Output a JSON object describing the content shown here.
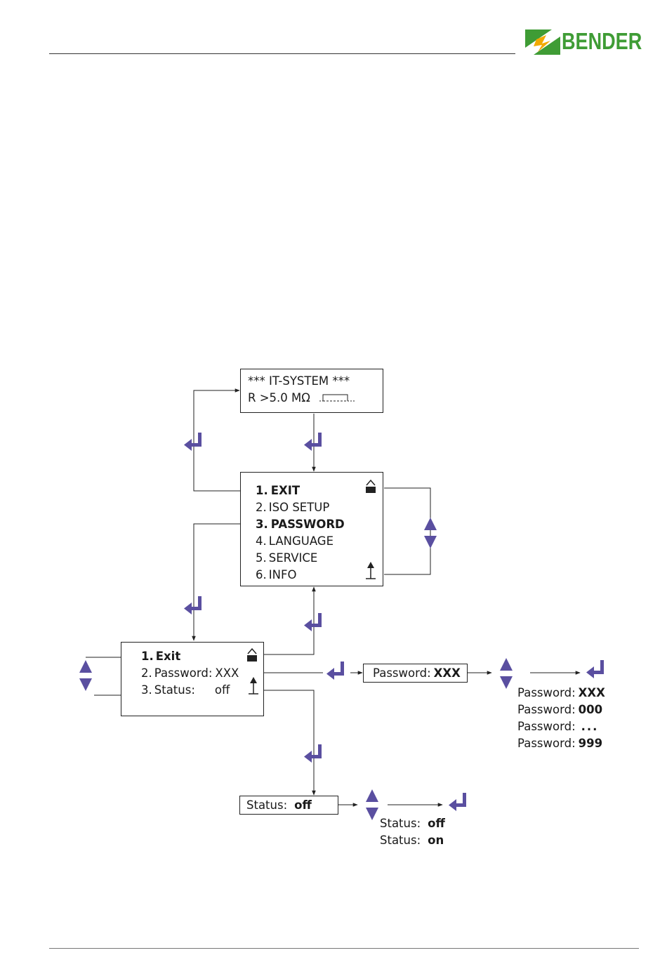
{
  "brand": {
    "name": "BENDER",
    "green": "#3f9c35",
    "orange": "#f2a900"
  },
  "arrow_color": "#5a4fa0",
  "screen_standard": {
    "line1": "*** IT-SYSTEM ***",
    "line2": "R  >5.0 MΩ"
  },
  "main_menu": {
    "items": [
      {
        "num": "1.",
        "label": "EXIT",
        "bold": true
      },
      {
        "num": "2.",
        "label": "ISO SETUP",
        "bold": false
      },
      {
        "num": "3.",
        "label": "PASSWORD",
        "bold": true
      },
      {
        "num": "4.",
        "label": "LANGUAGE",
        "bold": false
      },
      {
        "num": "5.",
        "label": "SERVICE",
        "bold": false
      },
      {
        "num": "6.",
        "label": "INFO",
        "bold": false
      }
    ],
    "lock_icon": "lock-open-icon",
    "up_icon": "level-up-icon"
  },
  "password_menu": {
    "item1": {
      "num": "1.",
      "label": "Exit"
    },
    "item2": {
      "num": "2.",
      "label": "Password:",
      "value": "XXX"
    },
    "item3": {
      "num": "3.",
      "label": "Status:",
      "value": "off"
    }
  },
  "password_entry": {
    "label": "Password:",
    "value": "XXX"
  },
  "password_options": [
    {
      "label": "Password:",
      "value": "XXX"
    },
    {
      "label": "Password:",
      "value": "000"
    },
    {
      "label": "Password:",
      "value": "..."
    },
    {
      "label": "Password:",
      "value": "999"
    }
  ],
  "status_entry": {
    "label": "Status:",
    "value": "off"
  },
  "status_options": [
    {
      "label": "Status:",
      "value": "off"
    },
    {
      "label": "Status:",
      "value": "on"
    }
  ]
}
